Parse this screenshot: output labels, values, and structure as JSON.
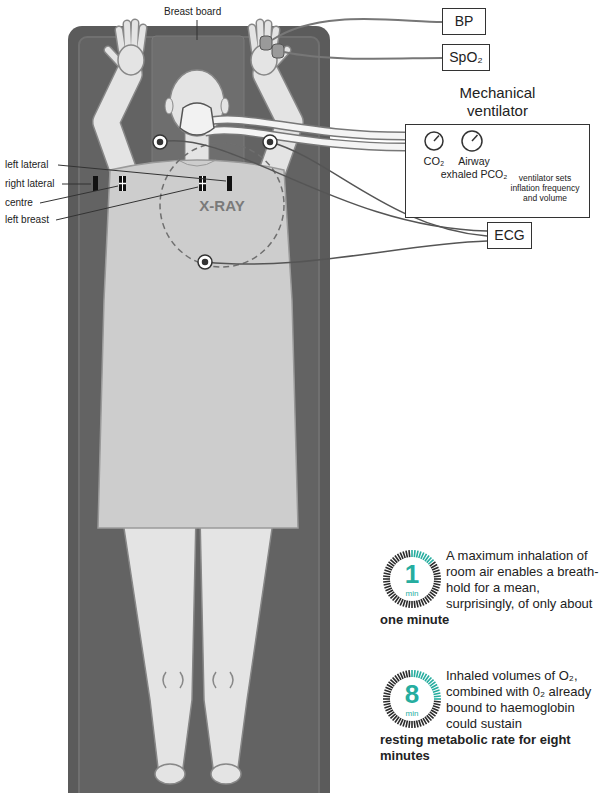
{
  "diagram": {
    "nodes": [
      {
        "text": [
          "BP"
        ]
      },
      {
        "text": [
          "SpO₂"
        ]
      },
      {
        "text": [
          "Mechanical ventilator",
          "CO₂",
          "Airway exhaled PCO₂",
          "ventilator sets inflation frequency and volume"
        ]
      },
      {
        "text": [
          "ECG"
        ]
      },
      {
        "text": [
          "1",
          "min"
        ]
      },
      {
        "text": [
          "8",
          "min"
        ]
      }
    ],
    "labels": [
      "Breast board",
      "left lateral",
      "right lateral",
      "centre",
      "left breast",
      "X-RAY",
      "A maximum inhalation of room air enables a breath-hold for a mean, surprisingly, of only about",
      "one minute",
      "Inhaled volumes of O₂, combined with 0₂ already bound to haemoglobin could sustain",
      "resting metabolic rate for eight minutes"
    ]
  }
}
